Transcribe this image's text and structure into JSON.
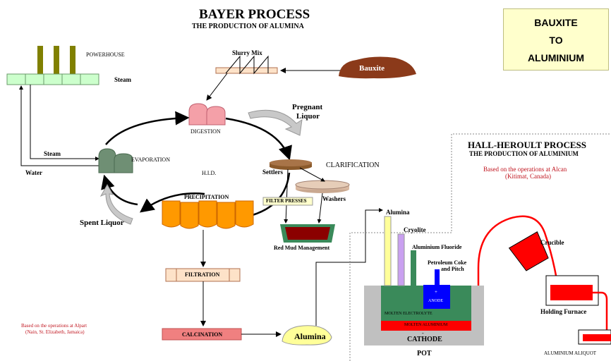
{
  "bayer": {
    "title": "BAYER PROCESS",
    "subtitle": "THE PRODUCTION OF ALUMINA",
    "labels": {
      "powerhouse": "POWERHOUSE",
      "steam_top": "Steam",
      "slurry_mix": "Slurry Mix",
      "bauxite": "Bauxite",
      "pregnant_liquor_1": "Pregnant",
      "pregnant_liquor_2": "Liquor",
      "digestion": "DIGESTION",
      "steam_left": "Steam",
      "water": "Water",
      "evaporation": "EVAPORATION",
      "settlers": "Settlers",
      "clarification": "CLARIFICATION",
      "hid": "H.I.D.",
      "precipitation": "PRECIPITATION",
      "washers": "Washers",
      "filter_presses": "FILTER PRESSES",
      "spent_liquor": "Spent Liquor",
      "red_mud": "Red Mud Management",
      "filtration": "FILTRATION",
      "calcination": "CALCINATION",
      "alumina": "Alumina",
      "based_on_1": "Based on the operations at Alpart",
      "based_on_2": "(Nain, St. Elizabeth, Jamaica)"
    }
  },
  "title_box": {
    "line1": "BAUXITE",
    "line2": "TO",
    "line3": "ALUMINIUM"
  },
  "hall": {
    "title": "HALL-HEROULT PROCESS",
    "subtitle": "THE PRODUCTION OF ALUMINIUM",
    "based_on_1": "Based on the operations at Alcan",
    "based_on_2": "(Kitimat, Canada)",
    "labels": {
      "alumina": "Alumina",
      "cryolite": "Cryolite",
      "aluminium_fluoride": "Aluminium Fluoride",
      "petroleum_coke_1": "Petroleum Coke",
      "petroleum_coke_2": "and Pitch",
      "anode": "ANODE",
      "anode_plus": "+",
      "molten_electrolyte": "MOLTEN ELECTROLYTE",
      "molten_aluminium": "MOLTEN ALUMINIUM",
      "cathode_minus": "-",
      "cathode": "CATHODE",
      "pot": "POT",
      "crucible": "Crucible",
      "holding_furnace": "Holding Furnace",
      "aluminium_aliquot": "ALUMINIUM ALIQUOT"
    }
  },
  "colors": {
    "digestion": "#f4a0a8",
    "evaporation": "#6f8f74",
    "precipitation": "#ff9900",
    "settlers": "#8b5a2b",
    "washers": "#d9b8a0",
    "filter_box": "#ffffcc",
    "red_mud": "#8b0000",
    "filtration": "#fde2c8",
    "calcination": "#f08080",
    "alumina_pile": "#ffff99",
    "bauxite": "#8b3a1a",
    "powerhouse": "#ccffcc",
    "chimney": "#808000",
    "pot_grey": "#c0c0c0",
    "electrolyte": "#3a8a5a",
    "anode": "#0000ff",
    "molten_al": "#ff0000",
    "cryolite_tube": "#c9a0f0",
    "alumina_tube": "#ffff99",
    "fluoride_tube": "#3a8a5a"
  }
}
